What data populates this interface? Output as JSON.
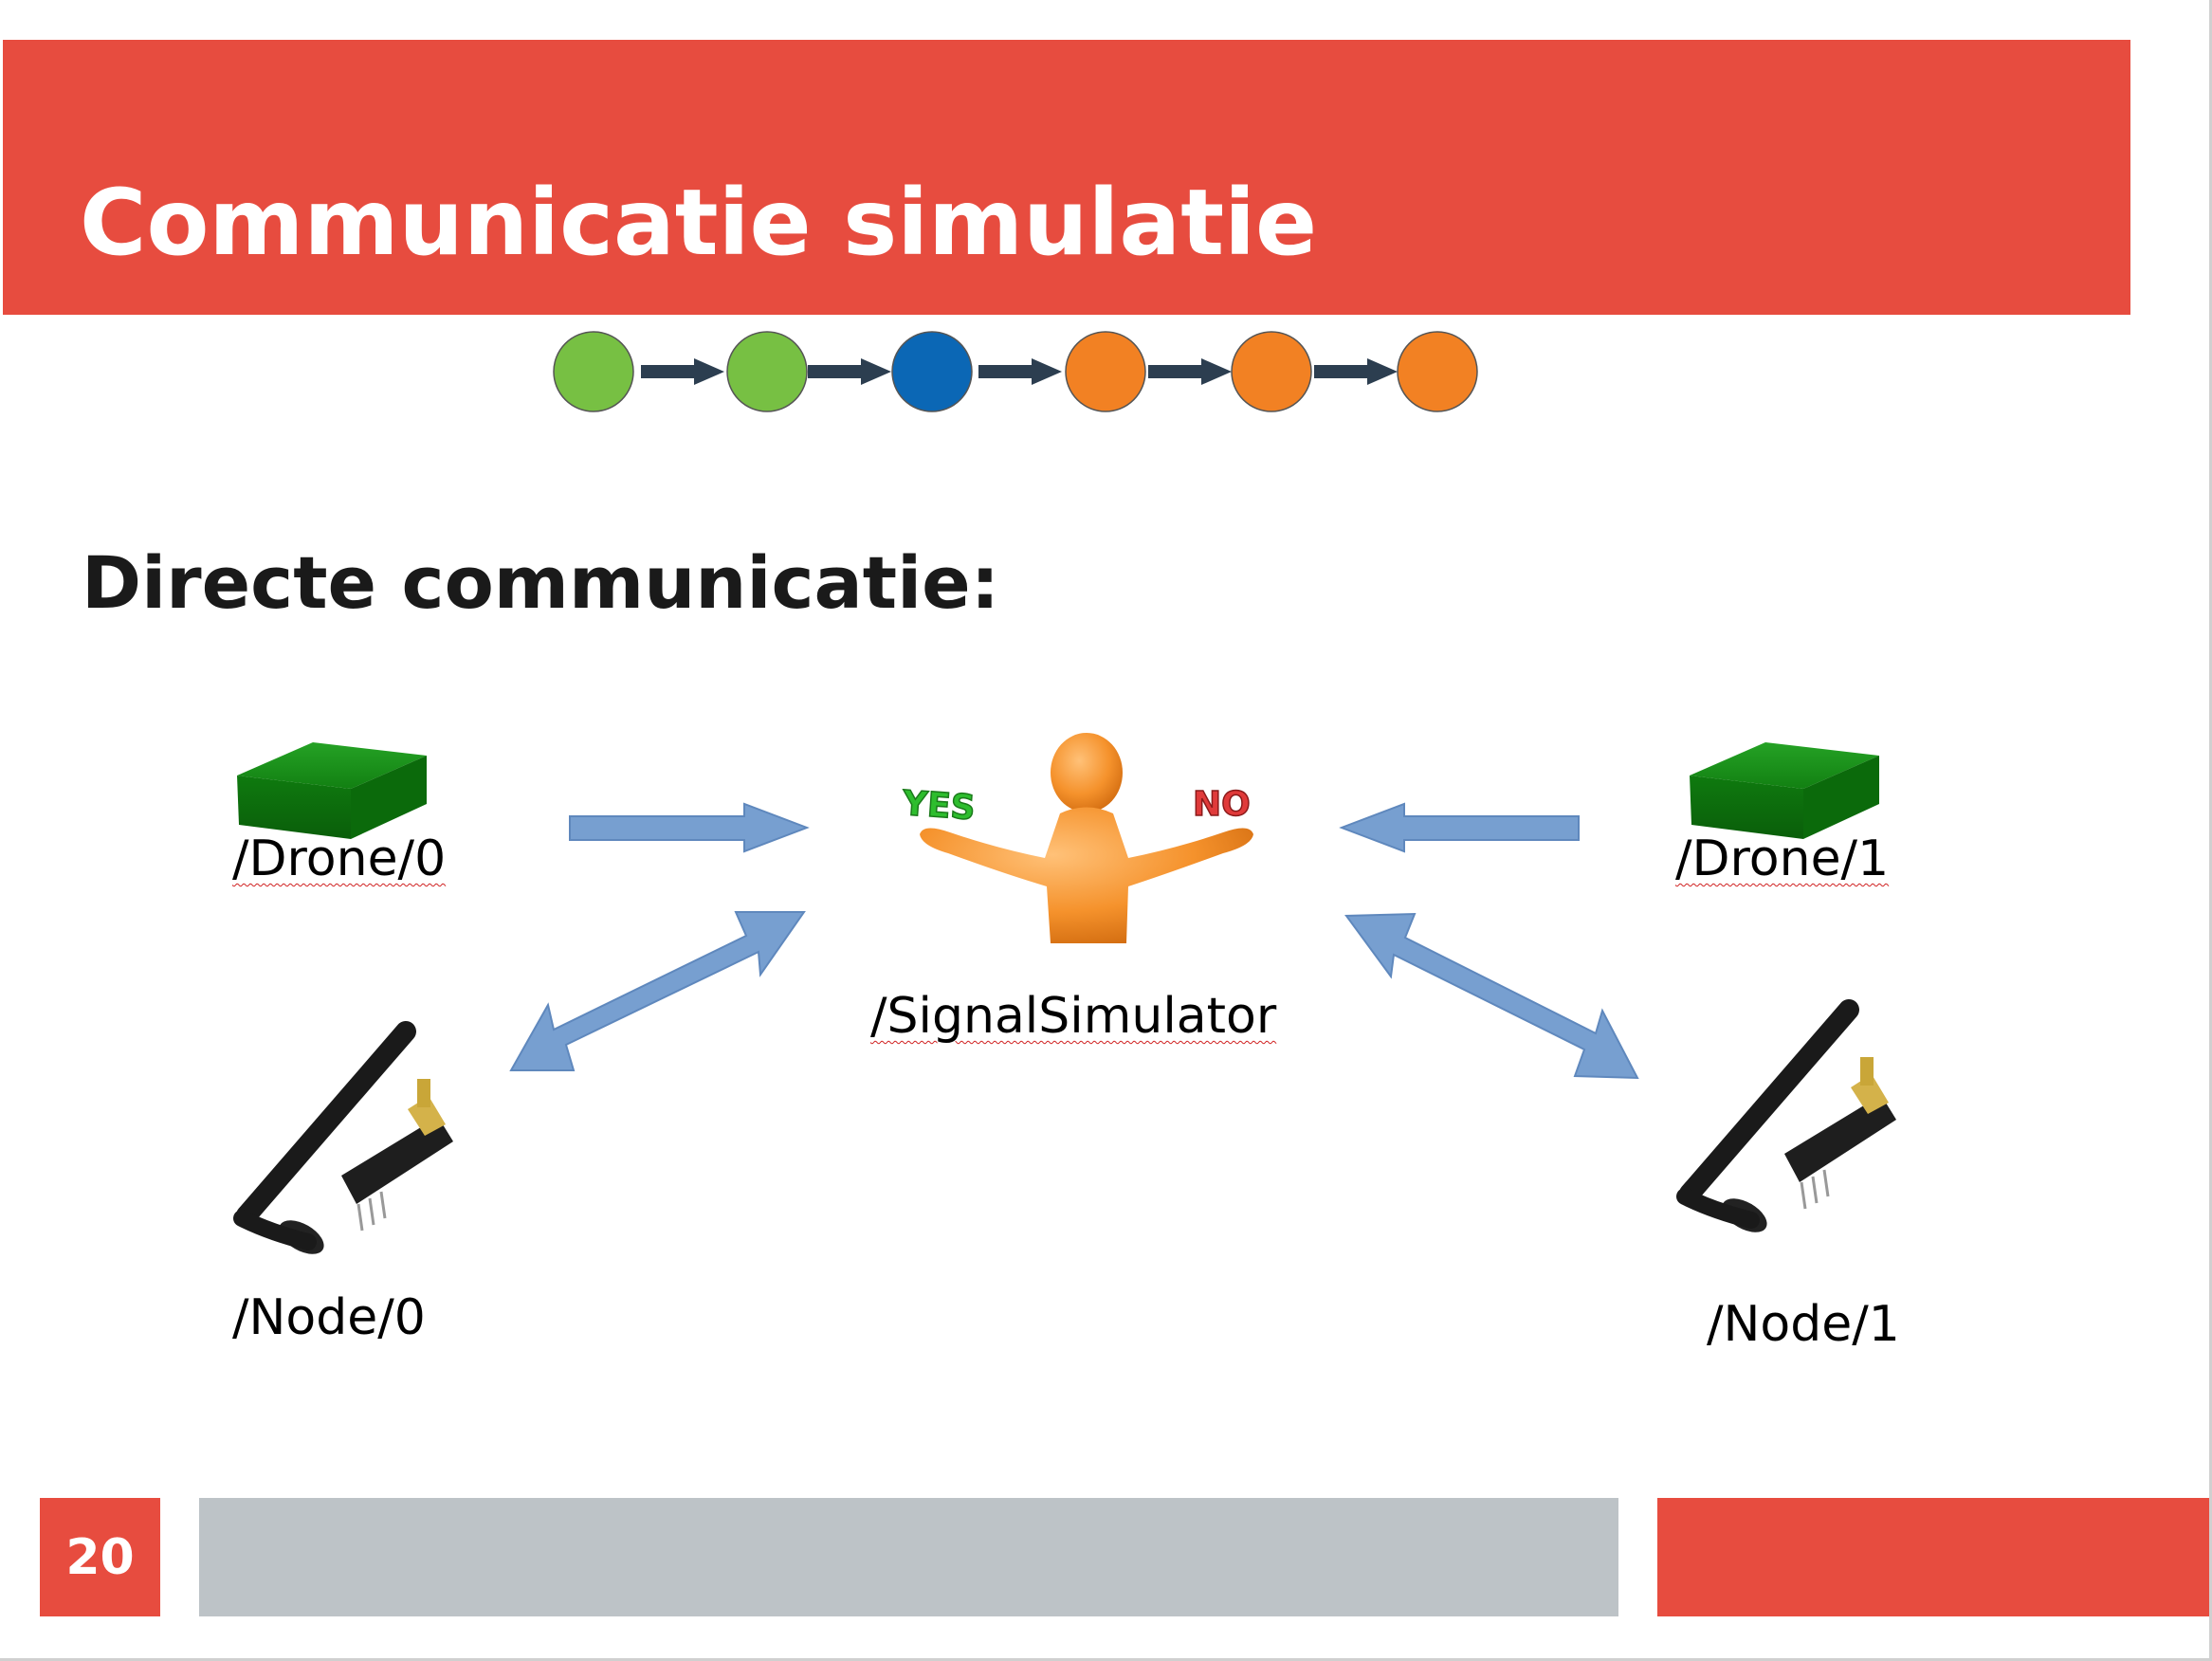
{
  "slide": {
    "title": "Communicatie simulatie",
    "subtitle": "Directe communicatie:",
    "page_number": "20"
  },
  "progress": {
    "steps": [
      {
        "color": "#77c043"
      },
      {
        "color": "#77c043"
      },
      {
        "color": "#0b67b5"
      },
      {
        "color": "#f28123"
      },
      {
        "color": "#f28123"
      },
      {
        "color": "#f28123"
      }
    ]
  },
  "diagram": {
    "nodes": {
      "drone0": {
        "label": "/Drone/0",
        "icon": "green-box-icon"
      },
      "drone1": {
        "label": "/Drone/1",
        "icon": "green-box-icon"
      },
      "simulator": {
        "label": "/SignalSimulator",
        "icon": "confused-person-icon",
        "yes": "YES",
        "no": "NO"
      },
      "node0": {
        "label": "/Node/0",
        "icon": "radio-module-icon"
      },
      "node1": {
        "label": "/Node/1",
        "icon": "radio-module-icon"
      }
    }
  },
  "colors": {
    "accent": "#e74c3f",
    "footer_gray": "#bdc3c7",
    "arrow": "#779fd0",
    "drone_box": "#1a8a1a"
  }
}
